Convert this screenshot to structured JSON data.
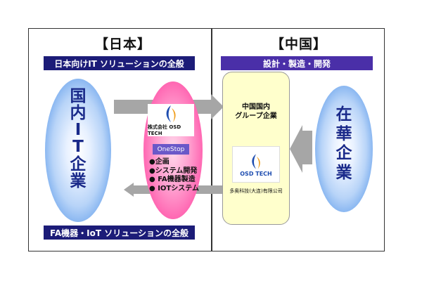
{
  "japan": {
    "title": "【日本】",
    "top_banner": "日本向けIT ソリューションの全般",
    "bottom_banner": "FA機器・IoT ソリューションの全般",
    "domestic_label": [
      "国",
      "内",
      "I",
      "T",
      "企",
      "業"
    ],
    "company": {
      "name": "株式会社 OSD TECH",
      "service": "OneStop",
      "items": [
        "●企画",
        "●システム開発",
        "● FA機器製造",
        "● IOTシステム"
      ]
    }
  },
  "china": {
    "title": "【中国】",
    "top_banner": "設計・製造・開発",
    "group_label": "中国国内\nグループ企業",
    "group_label_line1": "中国国内",
    "group_label_line2": "グループ企業",
    "company_name": "多奥科技(大连)有限公司",
    "logo_text": "OSD TECH",
    "resident_label": [
      "在",
      "華",
      "企",
      "業"
    ]
  },
  "colors": {
    "navy_banner": "#1c1c78",
    "purple_banner": "#4a2fa8",
    "arrow_gray": "#a6a6a6",
    "onestop_bg": "#6a58c8"
  }
}
